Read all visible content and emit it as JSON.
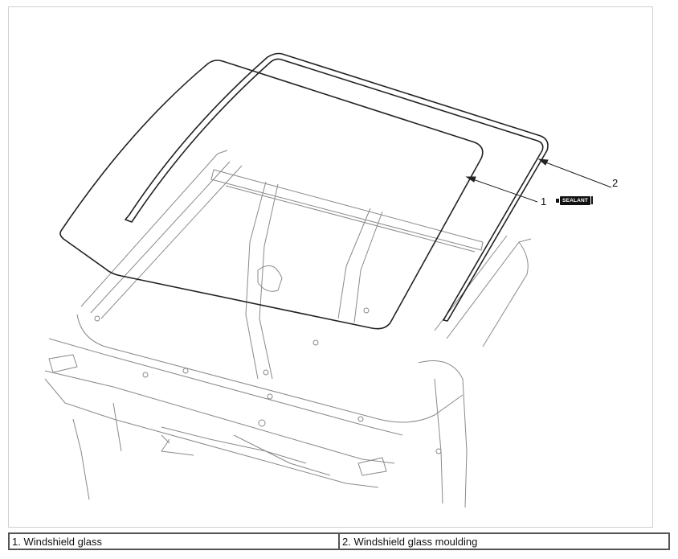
{
  "figure": {
    "callouts": [
      {
        "number": "1",
        "sealant_label": "SEALANT"
      },
      {
        "number": "2"
      }
    ],
    "icons": {
      "sealant": "sealant-tube-icon"
    },
    "colors": {
      "line": "#222222",
      "body_line": "#8a8a8a",
      "frame": "#cfcfcf",
      "table_border": "#555555"
    }
  },
  "legend": {
    "items": [
      {
        "label": "1. Windshield glass"
      },
      {
        "label": "2. Windshield glass moulding"
      }
    ]
  }
}
